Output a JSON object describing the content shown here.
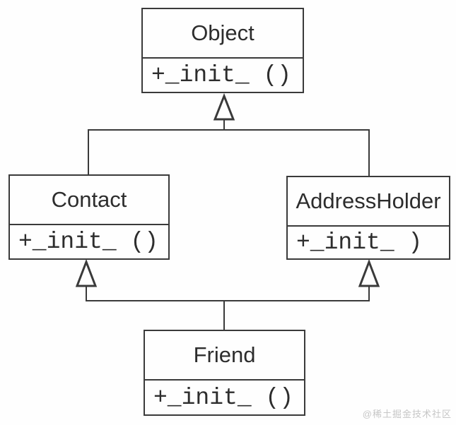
{
  "diagram": {
    "type": "uml-class-diagram",
    "classes": {
      "object": {
        "name": "Object",
        "method": "+_init_ ()"
      },
      "contact": {
        "name": "Contact",
        "method": "+_init_ ()"
      },
      "addressholder": {
        "name": "AddressHolder",
        "method": "+_init_ )"
      },
      "friend": {
        "name": "Friend",
        "method": "+_init_ ()"
      }
    },
    "relations": [
      {
        "child": "Contact",
        "parent": "Object",
        "type": "inheritance"
      },
      {
        "child": "AddressHolder",
        "parent": "Object",
        "type": "inheritance"
      },
      {
        "child": "Friend",
        "parent": "Contact",
        "type": "inheritance"
      },
      {
        "child": "Friend",
        "parent": "AddressHolder",
        "type": "inheritance"
      }
    ],
    "colors": {
      "line": "#3a3a3a",
      "text": "#2d2d2d",
      "background": "#fefefe",
      "watermark": "#c6c6c6"
    }
  },
  "watermark": {
    "text": "@稀土掘金技术社区"
  }
}
